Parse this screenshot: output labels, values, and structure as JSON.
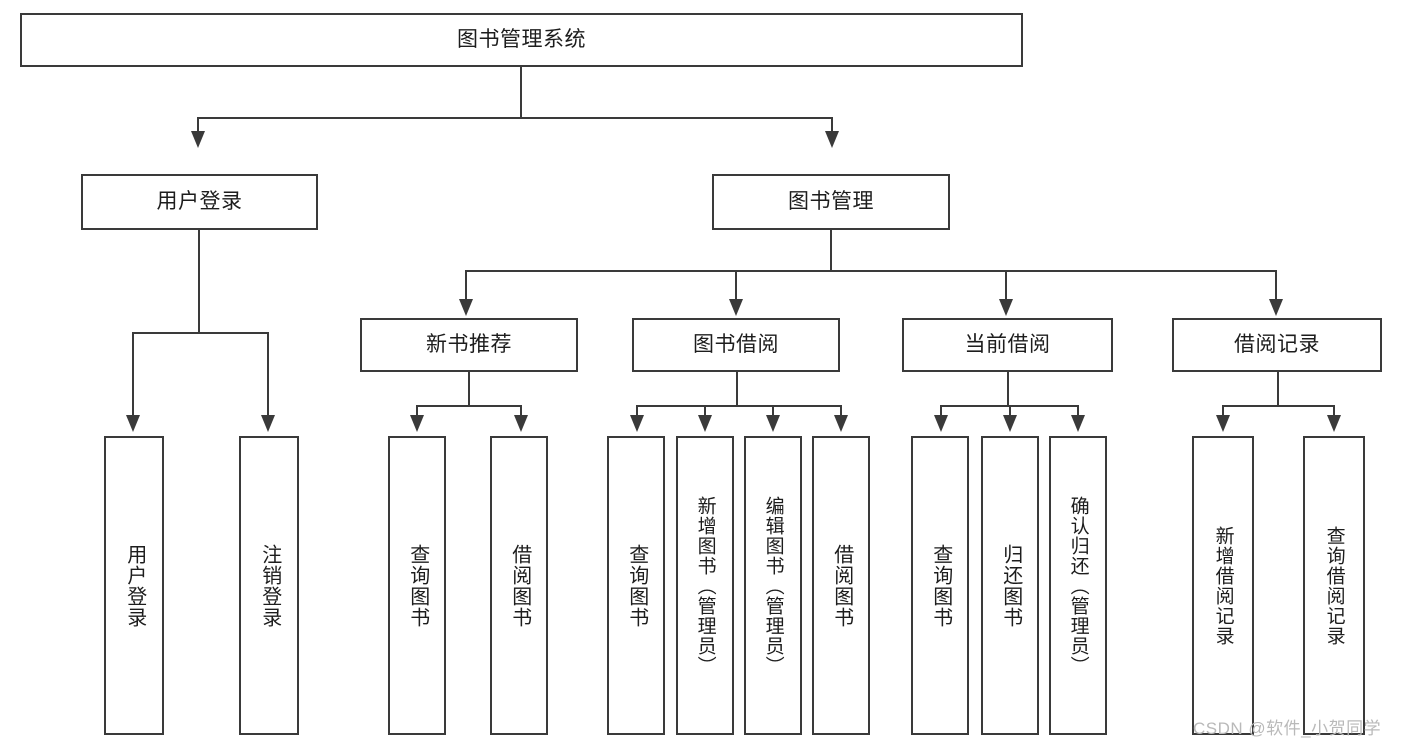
{
  "diagram": {
    "type": "tree-hierarchy-diagram",
    "title": "图书管理系统",
    "root": {
      "label": "图书管理系统"
    },
    "level2": [
      {
        "label": "用户登录"
      },
      {
        "label": "图书管理"
      }
    ],
    "level3": [
      {
        "label": "新书推荐"
      },
      {
        "label": "图书借阅"
      },
      {
        "label": "当前借阅"
      },
      {
        "label": "借阅记录"
      }
    ],
    "leaves": {
      "user_login": [
        {
          "label": "用户登录"
        },
        {
          "label": "注销登录"
        }
      ],
      "new_book_recommend": [
        {
          "label": "查询图书"
        },
        {
          "label": "借阅图书"
        }
      ],
      "book_borrow": [
        {
          "label": "查询图书"
        },
        {
          "label": "新增图书（管理员）"
        },
        {
          "label": "编辑图书（管理员）"
        },
        {
          "label": "借阅图书"
        }
      ],
      "current_borrow": [
        {
          "label": "查询图书"
        },
        {
          "label": "归还图书"
        },
        {
          "label": "确认归还（管理员）"
        }
      ],
      "borrow_record": [
        {
          "label": "新增借阅记录"
        },
        {
          "label": "查询借阅记录"
        }
      ]
    }
  },
  "watermark": {
    "text": "CSDN @软件_小贺同学"
  },
  "colors": {
    "stroke": "#3a3a3a",
    "text": "#1d1d1d",
    "background": "#ffffff",
    "watermark": "#b9b9b9"
  }
}
